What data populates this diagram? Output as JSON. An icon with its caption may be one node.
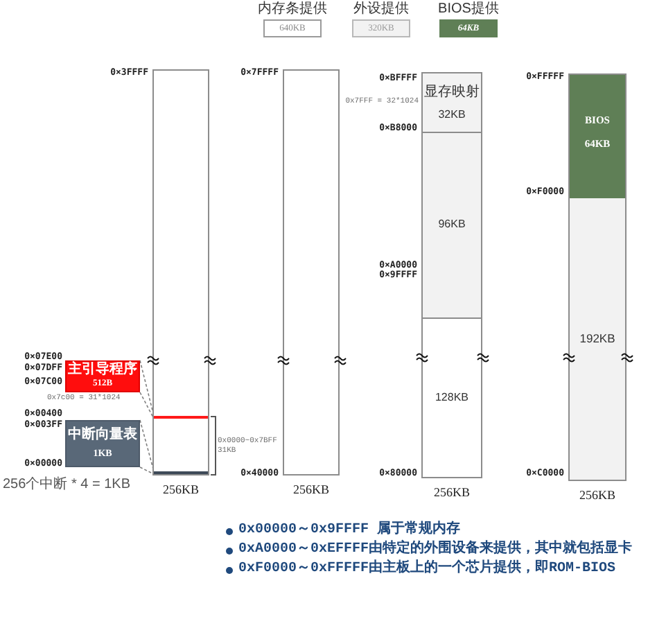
{
  "diagram": {
    "nodes": [
      {
        "text": [
          "内存条提供",
          "640KB"
        ]
      },
      {
        "text": [
          "外设提供",
          "320KB"
        ]
      },
      {
        "text": [
          "BIOS提供",
          "64KB"
        ]
      },
      {
        "text": [
          "256KB"
        ],
        "beside": [
          "0×3FFFF",
          "0x0000~0x7BFF",
          "31KB"
        ]
      },
      {
        "text": [],
        "shape": "bar",
        "in": 3
      },
      {
        "text": [],
        "shape": "bar",
        "in": 3
      },
      {
        "text": [
          "主引导程序",
          "512B"
        ],
        "beside": [
          "0×07E00",
          "0×07DFF",
          "0×07C00",
          "0x7c00 = 31*1024"
        ]
      },
      {
        "text": [
          "中断向量表",
          "1KB"
        ],
        "beside": [
          "0×00400",
          "0×003FF",
          "0×00000",
          "256个中断 * 4 = 1KB"
        ]
      },
      {
        "text": [
          "256KB"
        ],
        "beside": [
          "0×7FFFF",
          "0×40000"
        ]
      },
      {
        "text": [
          "256KB"
        ]
      },
      {
        "text": [
          "显存映射",
          "32KB"
        ],
        "in": 9,
        "beside": [
          "0×BFFFF",
          "0x7FFF = 32*1024",
          "0×B8000"
        ]
      },
      {
        "text": [
          "96KB"
        ],
        "in": 9,
        "beside": [
          "0×A0000",
          "0×9FFFF"
        ]
      },
      {
        "text": [
          "128KB"
        ],
        "in": 9,
        "beside": [
          "0×80000"
        ]
      },
      {
        "text": [
          "256KB"
        ]
      },
      {
        "text": [
          "BIOS",
          "64KB"
        ],
        "in": 13,
        "beside": [
          "0×FFFFF",
          "0×F0000"
        ]
      },
      {
        "text": [
          "192KB"
        ],
        "in": 13,
        "beside": [
          "0×C0000"
        ]
      }
    ],
    "edges": [
      {
        "from": 6,
        "to": 4,
        "arrow": "none",
        "style": "dashed"
      },
      {
        "from": 7,
        "to": 5,
        "arrow": "none",
        "style": "dashed"
      }
    ],
    "labels": [
      "0x00000～0x9FFFF 属于常规内存",
      "0xA0000～0xEFFFF由特定的外围设备来提供，其中就包括显卡",
      "0xF0000～0xFFFFF由主板上的一个芯片提供，即ROM-BIOS"
    ]
  }
}
